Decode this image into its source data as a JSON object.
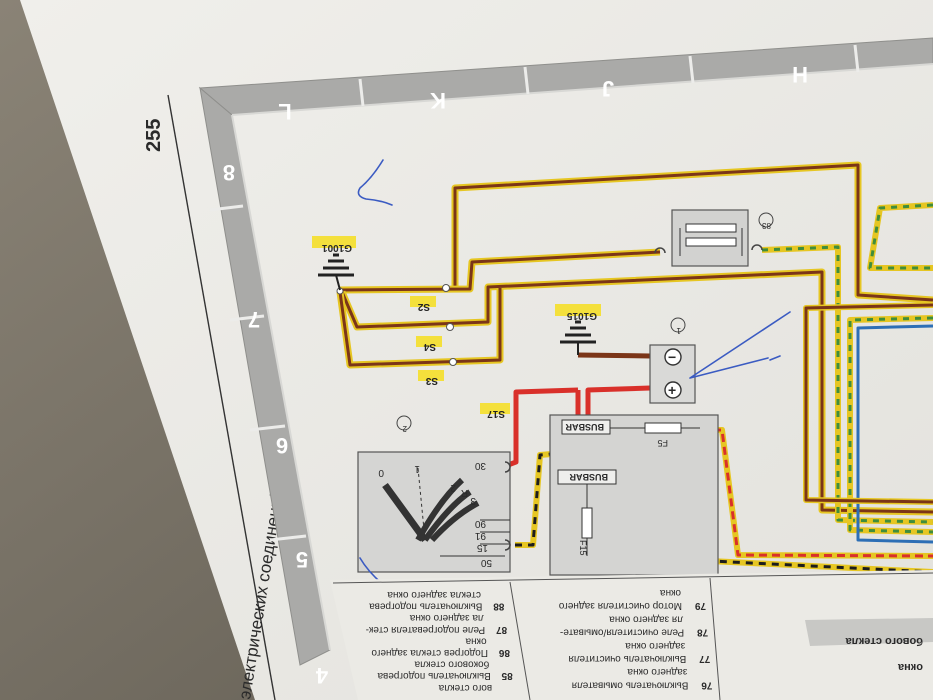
{
  "page_number": "255",
  "section_title": "электрических соединений",
  "grid": {
    "column_letters": [
      "L",
      "K",
      "J",
      "H"
    ],
    "row_numbers": [
      "8",
      "7",
      "6",
      "5",
      "4"
    ]
  },
  "grounds": [
    "G1001",
    "G1015"
  ],
  "splices": [
    "S2",
    "S4",
    "S3",
    "S17"
  ],
  "components": {
    "c83": "83",
    "c1": "1",
    "c2": "2",
    "battery_minus": "−",
    "battery_plus": "+"
  },
  "fusebox": {
    "busbar_top": "BUSBAR",
    "busbar_mid": "BUSBAR",
    "fuse_f5": "F5",
    "fuse_f15": "F15"
  },
  "ignition_switch": {
    "pos_0": "0",
    "pos_1": "1",
    "pos_r": "R",
    "pos_2": "2",
    "pos_3": "3",
    "t30": "30",
    "t90": "90",
    "t91": "91",
    "t15": "15",
    "t50": "50"
  },
  "legend": {
    "col1": [
      {
        "num": "",
        "text": "стекла заднего окна"
      },
      {
        "num": "88",
        "text": "Выключатель подогрева"
      },
      {
        "num": "",
        "text": "ла заднего окна"
      },
      {
        "num": "87",
        "text": "Реле подогревателя стек-"
      },
      {
        "num": "",
        "text": "окна"
      },
      {
        "num": "86",
        "text": "Подогрев стекла заднего"
      },
      {
        "num": "",
        "text": "бокового стекла"
      },
      {
        "num": "85",
        "text": "Выключатель подогрева"
      },
      {
        "num": "",
        "text": "вого стекла"
      }
    ],
    "col2": [
      {
        "num": "",
        "text": "окна"
      },
      {
        "num": "79",
        "text": "Мотор очистителя заднего"
      },
      {
        "num": "",
        "text": "ля заднего окна"
      },
      {
        "num": "78",
        "text": "Реле очистителя/омывате-"
      },
      {
        "num": "",
        "text": "заднего окна"
      },
      {
        "num": "77",
        "text": "Выключатель очистителя"
      },
      {
        "num": "",
        "text": "заднего окна"
      },
      {
        "num": "76",
        "text": "Выключатель омывателя"
      }
    ],
    "col3": [
      {
        "num": "",
        "text": "бового стекла"
      },
      {
        "num": "",
        "text": "окна"
      }
    ]
  },
  "colors": {
    "paper": "#ecebe6",
    "frame": "#a9a9a7",
    "wire_red": "#d9302a",
    "wire_brown": "#7b3518",
    "wire_yellow": "#e6c622",
    "wire_green": "#3f8d3c",
    "wire_black": "#1c1c1c",
    "pen_blue": "#3b5bc2"
  }
}
